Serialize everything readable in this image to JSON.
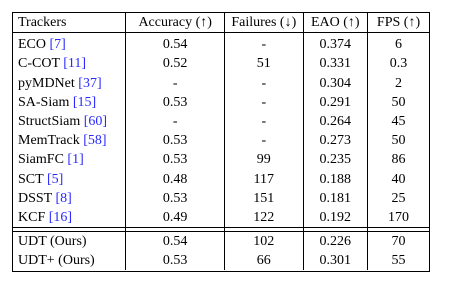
{
  "table": {
    "headers": {
      "tracker": "Trackers",
      "accuracy": "Accuracy (↑)",
      "failures": "Failures (↓)",
      "eao": "EAO (↑)",
      "fps": "FPS (↑)"
    },
    "baselines": [
      {
        "name": "ECO",
        "ref": "[7]",
        "accuracy": "0.54",
        "failures": "-",
        "eao": "0.374",
        "fps": "6"
      },
      {
        "name": "C-COT",
        "ref": "[11]",
        "accuracy": "0.52",
        "failures": "51",
        "eao": "0.331",
        "fps": "0.3"
      },
      {
        "name": "pyMDNet",
        "ref": "[37]",
        "accuracy": "-",
        "failures": "-",
        "eao": "0.304",
        "fps": "2"
      },
      {
        "name": "SA-Siam",
        "ref": "[15]",
        "accuracy": "0.53",
        "failures": "-",
        "eao": "0.291",
        "fps": "50"
      },
      {
        "name": "StructSiam",
        "ref": "[60]",
        "accuracy": "-",
        "failures": "-",
        "eao": "0.264",
        "fps": "45"
      },
      {
        "name": "MemTrack",
        "ref": "[58]",
        "accuracy": "0.53",
        "failures": "-",
        "eao": "0.273",
        "fps": "50"
      },
      {
        "name": "SiamFC",
        "ref": "[1]",
        "accuracy": "0.53",
        "failures": "99",
        "eao": "0.235",
        "fps": "86"
      },
      {
        "name": "SCT",
        "ref": "[5]",
        "accuracy": "0.48",
        "failures": "117",
        "eao": "0.188",
        "fps": "40"
      },
      {
        "name": "DSST",
        "ref": "[8]",
        "accuracy": "0.53",
        "failures": "151",
        "eao": "0.181",
        "fps": "25"
      },
      {
        "name": "KCF",
        "ref": "[16]",
        "accuracy": "0.49",
        "failures": "122",
        "eao": "0.192",
        "fps": "170"
      }
    ],
    "ours": [
      {
        "name": "UDT (Ours)",
        "accuracy": "0.54",
        "failures": "102",
        "eao": "0.226",
        "fps": "70"
      },
      {
        "name": "UDT+ (Ours)",
        "accuracy": "0.53",
        "failures": "66",
        "eao": "0.301",
        "fps": "55"
      }
    ],
    "colors": {
      "citation": "#2a2aff",
      "text": "#000000"
    }
  }
}
